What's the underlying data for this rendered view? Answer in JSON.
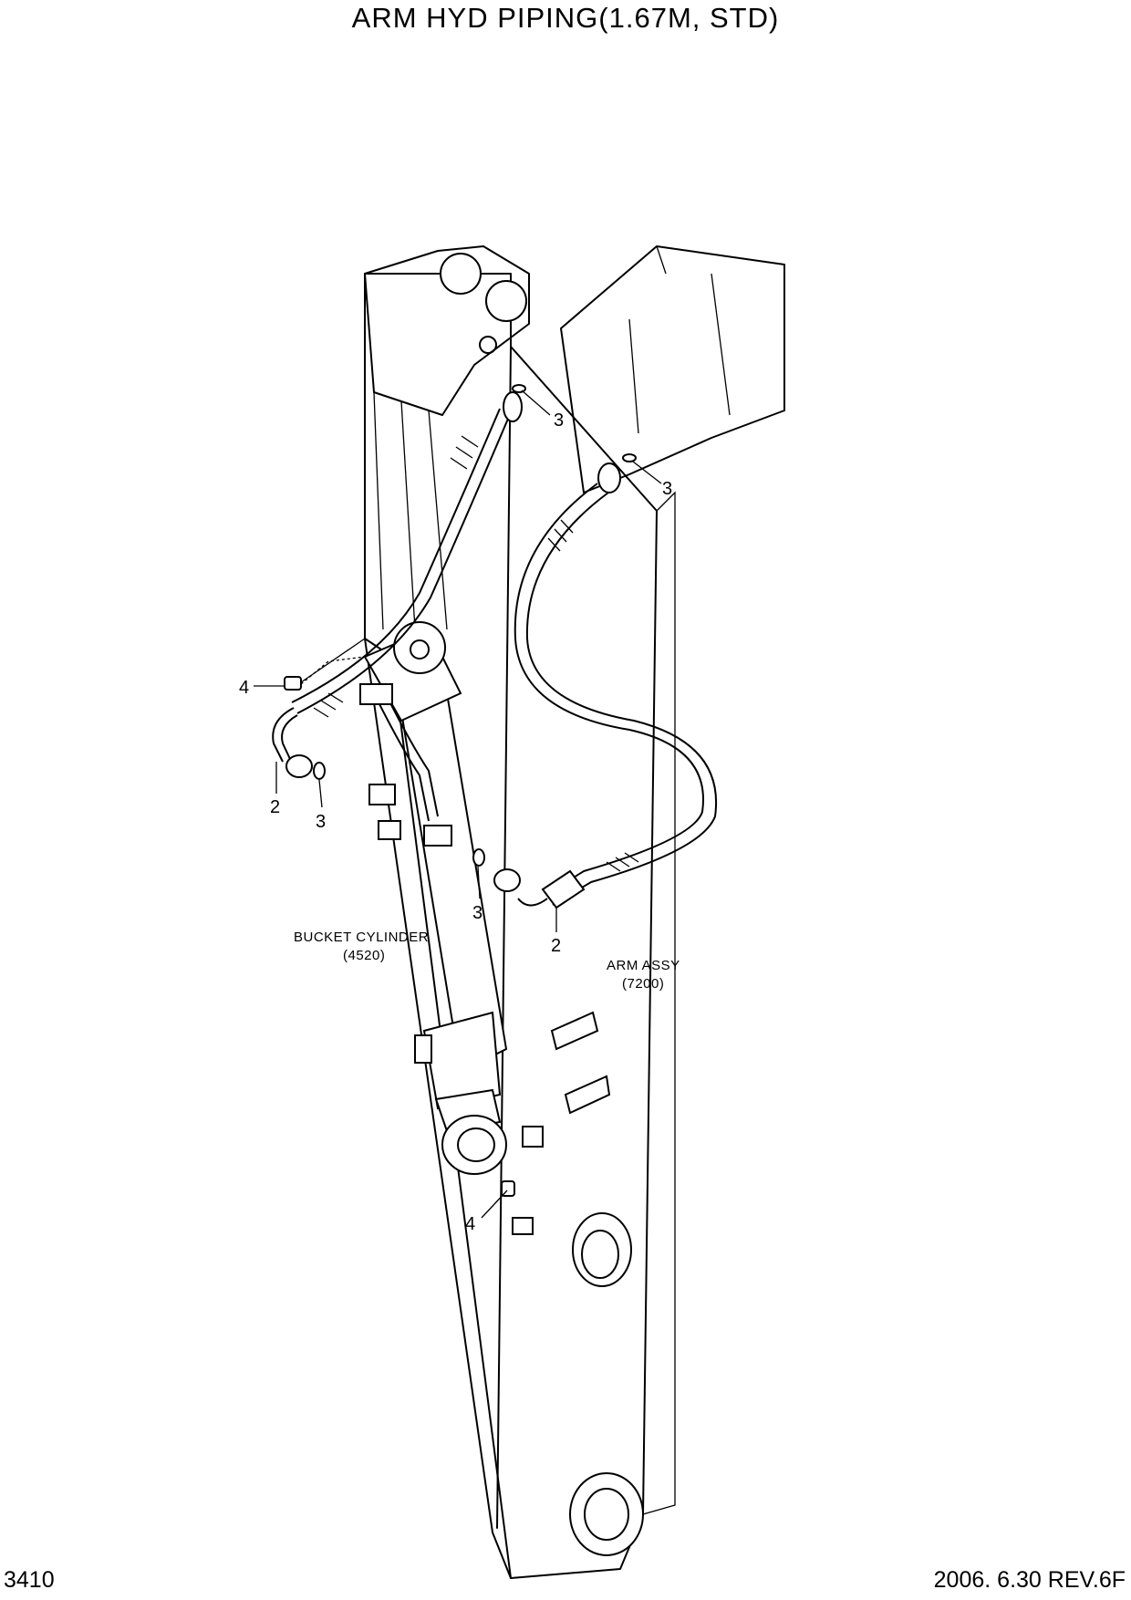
{
  "title": "ARM HYD PIPING(1.67M, STD)",
  "page_number": "3410",
  "revision": "2006. 6.30  REV.6F",
  "callouts": {
    "c3_top": "3",
    "c3_right": "3",
    "c4_upper": "4",
    "c2_left": "2",
    "c3_left": "3",
    "c3_mid": "3",
    "c2_right": "2",
    "c4_lower": "4"
  },
  "references": {
    "bucket_cylinder_name": "BUCKET CYLINDER",
    "bucket_cylinder_code": "(4520)",
    "arm_assy_name": "ARM ASSY",
    "arm_assy_code": "(7200)"
  }
}
